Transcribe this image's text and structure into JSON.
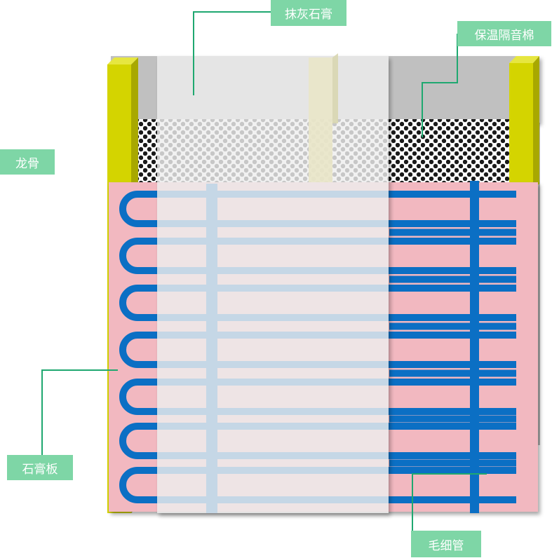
{
  "labels": {
    "plaster": "抹灰石膏",
    "insulation": "保温隔音棉",
    "keel": "龙骨",
    "gypsum_board": "石膏板",
    "capillary_tube": "毛细管"
  },
  "colors": {
    "label_bg": "#7ed6a6",
    "leader_line": "#1fa870",
    "gypsum_board": "#f2b8c0",
    "keel": "#d4d400",
    "keel_side": "#a8a800",
    "tube": "#0b6fc4",
    "plaster_overlay": "#eeeeee",
    "back_wall": "#c0c0c0"
  }
}
